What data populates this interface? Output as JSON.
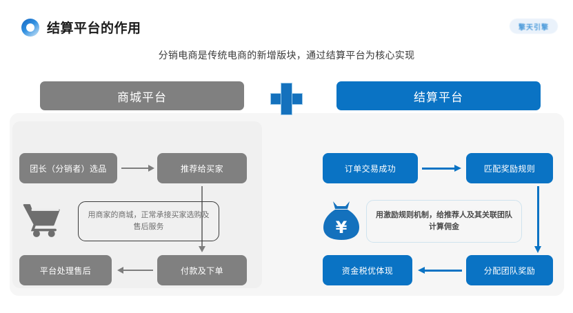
{
  "header": {
    "logo_icon": "ring-logo-icon",
    "title": "结算平台的作用",
    "watermark": "擎天引擎"
  },
  "subtitle": "分销电商是传统电商的新增版块，通过结算平台为核心实现",
  "center_badge": {
    "icon": "plus-icon",
    "color": "#1471bd"
  },
  "colors": {
    "gray": "#808080",
    "blue": "#0a73c4",
    "panel_bg": "#f6f6f6",
    "panel_inner_bg": "#f0f0f0"
  },
  "panels": {
    "left": {
      "title": "商城平台",
      "boxes": [
        {
          "label": "团长（分销者）选品"
        },
        {
          "label": "推荐给买家"
        },
        {
          "label": "平台处理售后"
        },
        {
          "label": "付款及下单"
        }
      ],
      "icon": "shopping-cart-icon",
      "note": "用商家的商城，正常承接买家选购及售后服务"
    },
    "right": {
      "title": "结算平台",
      "boxes": [
        {
          "label": "订单交易成功"
        },
        {
          "label": "匹配奖励规则"
        },
        {
          "label": "资金税优体现"
        },
        {
          "label": "分配团队奖励"
        }
      ],
      "icon": "money-bag-icon",
      "note": "用激励规则机制，给推荐人及其关联团队计算佣金"
    }
  }
}
